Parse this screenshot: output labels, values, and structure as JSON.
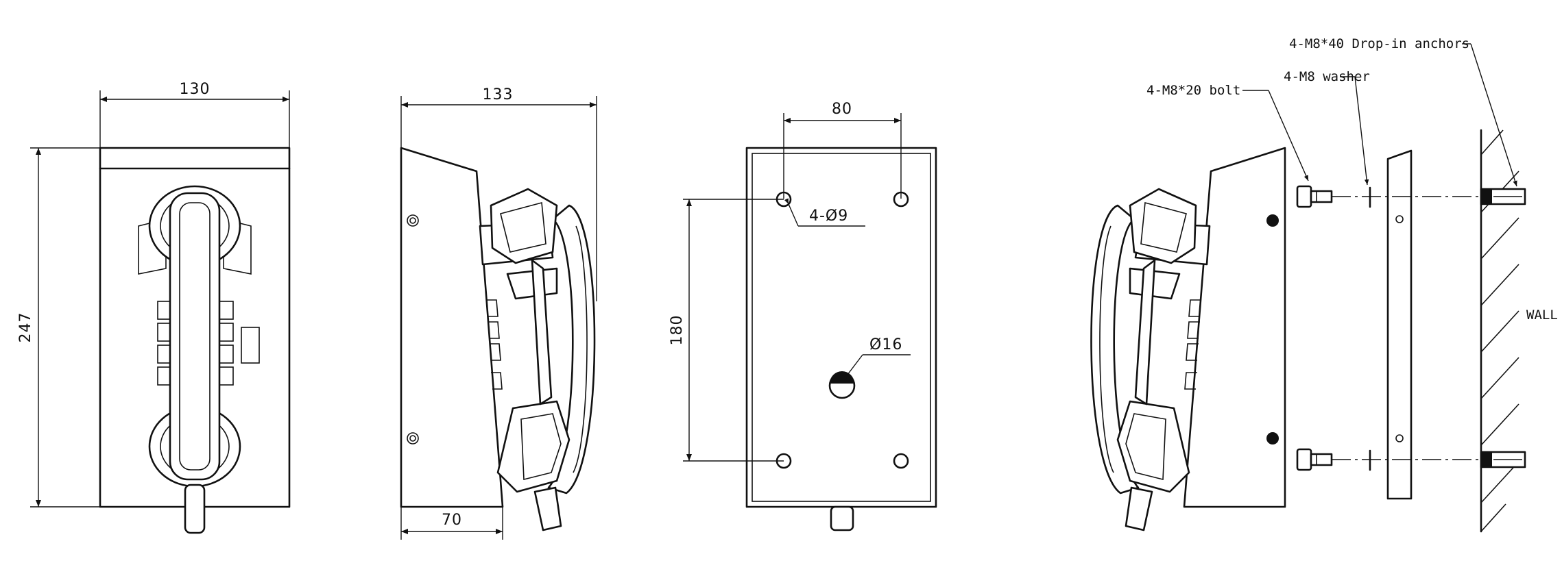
{
  "front_view": {
    "width_label": "130",
    "height_label": "247"
  },
  "side_view": {
    "top_width_label": "133",
    "base_width_label": "70"
  },
  "back_view": {
    "hole_spacing_label": "80",
    "hole_label": "4-Ø9",
    "vertical_spacing_label": "180",
    "center_hole_label": "Ø16"
  },
  "install_view": {
    "anchors_label": "4-M8*40 Drop-in anchors",
    "washer_label": "4-M8  washer",
    "bolt_label": "4-M8*20 bolt",
    "wall_label": "WALL"
  }
}
